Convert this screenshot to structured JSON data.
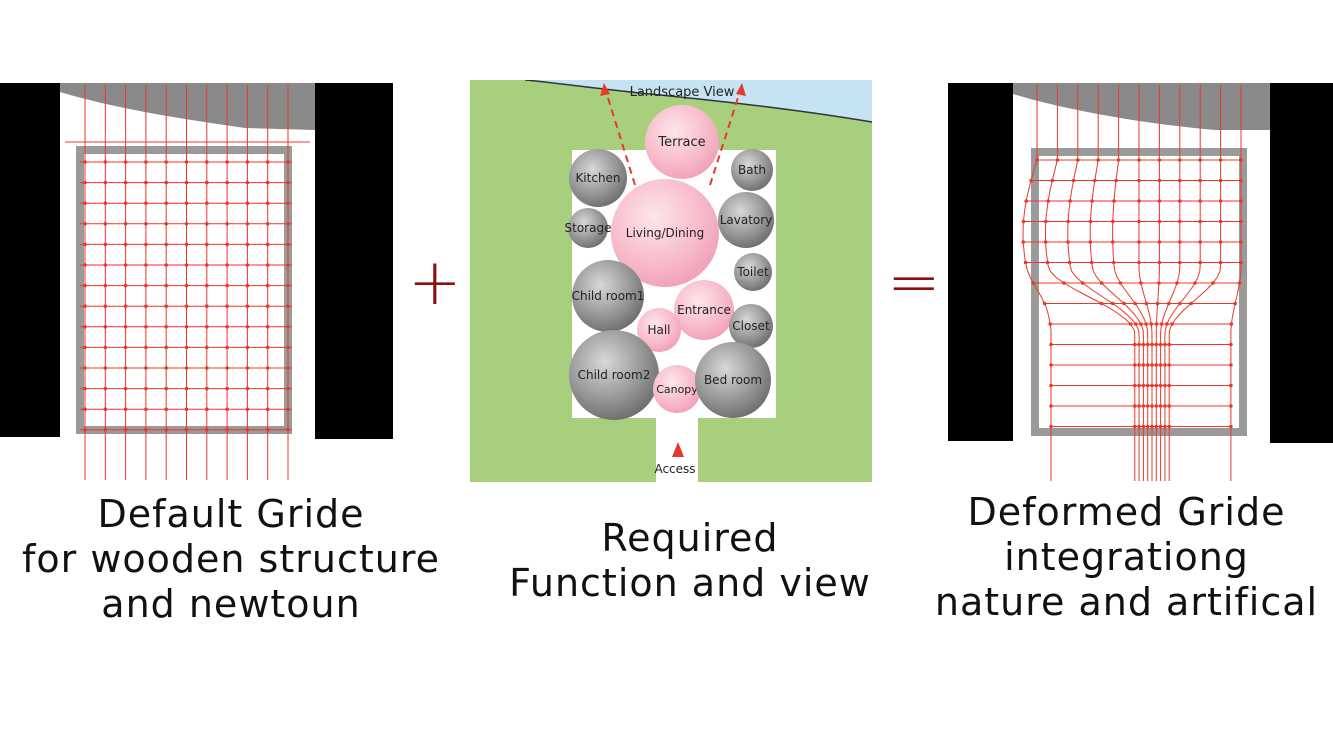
{
  "left_caption": [
    "Default Gride",
    "for wooden structure",
    "and newtoun"
  ],
  "center_caption": [
    "Required",
    "Function and view"
  ],
  "right_caption": [
    "Deformed Gride",
    "integrationg",
    "nature and artifical"
  ],
  "operators": {
    "plus": "+",
    "equals": "="
  },
  "plan": {
    "landscape_label": "Landscape View",
    "access_label": "Access",
    "rooms": [
      {
        "label": "Terrace",
        "kind": "public"
      },
      {
        "label": "Kitchen",
        "kind": "service"
      },
      {
        "label": "Bath",
        "kind": "service"
      },
      {
        "label": "Storage",
        "kind": "service"
      },
      {
        "label": "Living/Dining",
        "kind": "public"
      },
      {
        "label": "Lavatory",
        "kind": "service"
      },
      {
        "label": "Toilet",
        "kind": "service"
      },
      {
        "label": "Child room1",
        "kind": "service"
      },
      {
        "label": "Entrance",
        "kind": "public"
      },
      {
        "label": "Closet",
        "kind": "service"
      },
      {
        "label": "Hall",
        "kind": "public"
      },
      {
        "label": "Child room2",
        "kind": "service"
      },
      {
        "label": "Canopy",
        "kind": "public"
      },
      {
        "label": "Bed room",
        "kind": "service"
      }
    ]
  },
  "colors": {
    "grid_line": "#e8392b",
    "wall": "#000000",
    "roof": "#808080",
    "grass": "#a8cf7e",
    "sky": "#bfe0f2",
    "public_room": "#f7b7c6",
    "private_room": "#8f8f8f",
    "operator": "#8b1010"
  }
}
